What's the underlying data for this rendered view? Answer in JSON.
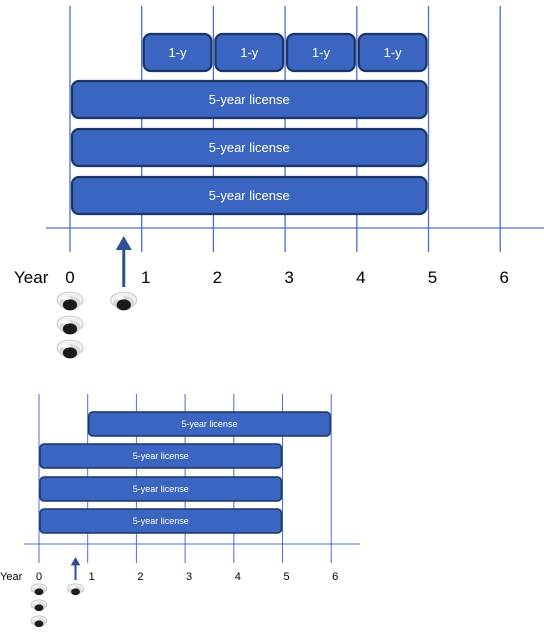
{
  "colors": {
    "bar_fill": "#3a65c0",
    "bar_stroke": "#1d3566",
    "grid": "#4a6fd1",
    "arrow": "#2f4f95",
    "label": "#ffffff",
    "text": "#000000"
  },
  "diagrams": [
    {
      "name": "top",
      "year_label": "Year",
      "ticks": [
        "0",
        "1",
        "2",
        "3",
        "4",
        "5",
        "6"
      ],
      "licenses": [
        {
          "label": "1-y",
          "start": 1,
          "end": 2,
          "row": 0
        },
        {
          "label": "1-y",
          "start": 2,
          "end": 3,
          "row": 0
        },
        {
          "label": "1-y",
          "start": 3,
          "end": 4,
          "row": 0
        },
        {
          "label": "1-y",
          "start": 4,
          "end": 5,
          "row": 0
        },
        {
          "label": "5-year license",
          "start": 0,
          "end": 5,
          "row": 1
        },
        {
          "label": "5-year license",
          "start": 0,
          "end": 5,
          "row": 2
        },
        {
          "label": "5-year license",
          "start": 0,
          "end": 5,
          "row": 3
        }
      ],
      "arrow_at_year": 0.75,
      "cameras": [
        {
          "year": 0,
          "stack": 0
        },
        {
          "year": 0,
          "stack": 1
        },
        {
          "year": 0,
          "stack": 2
        },
        {
          "year": 0.75,
          "stack": 0
        }
      ],
      "camera_icon": "dome-camera-icon",
      "arrow_icon": "up-arrow-icon"
    },
    {
      "name": "bottom",
      "year_label": "Year",
      "ticks": [
        "0",
        "1",
        "2",
        "3",
        "4",
        "5",
        "6"
      ],
      "licenses": [
        {
          "label": "5-year license",
          "start": 1,
          "end": 6,
          "row": 0
        },
        {
          "label": "5-year license",
          "start": 0,
          "end": 5,
          "row": 1
        },
        {
          "label": "5-year license",
          "start": 0,
          "end": 5,
          "row": 2
        },
        {
          "label": "5-year license",
          "start": 0,
          "end": 5,
          "row": 3
        }
      ],
      "arrow_at_year": 0.75,
      "cameras": [
        {
          "year": 0,
          "stack": 0
        },
        {
          "year": 0,
          "stack": 1
        },
        {
          "year": 0,
          "stack": 2
        },
        {
          "year": 0.75,
          "stack": 0
        }
      ],
      "camera_icon": "dome-camera-icon",
      "arrow_icon": "up-arrow-icon"
    }
  ]
}
